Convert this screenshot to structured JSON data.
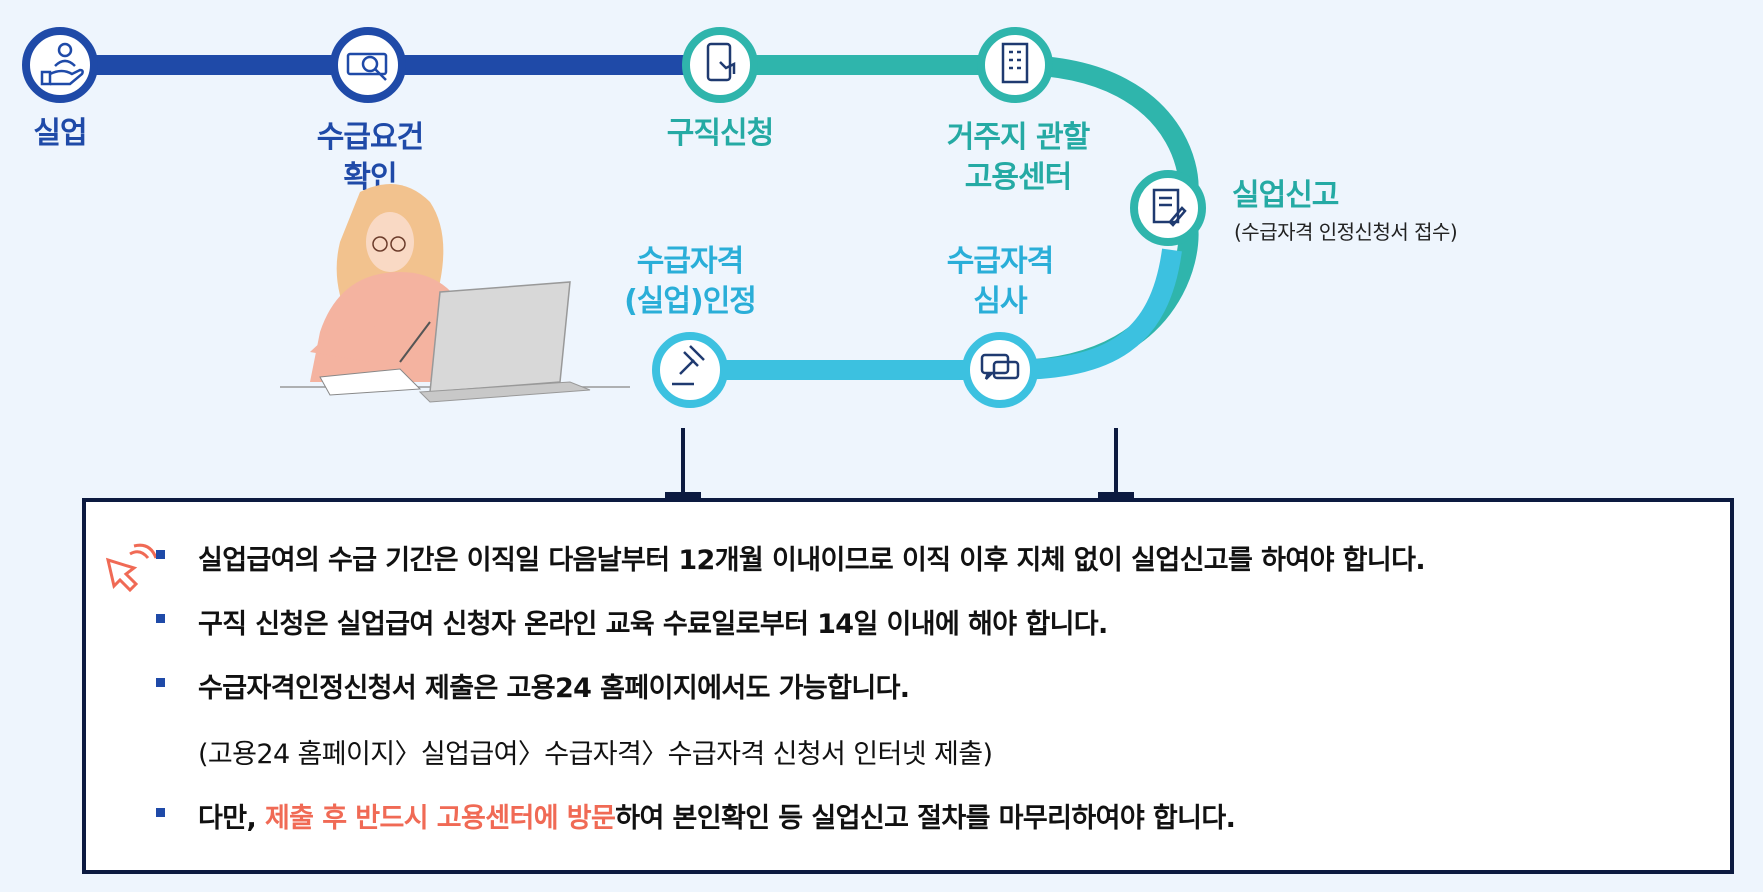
{
  "steps": [
    {
      "id": "unemployment",
      "label_lines": [
        "실업"
      ],
      "icon": "hand-person-icon"
    },
    {
      "id": "eligibility-check",
      "label_lines": [
        "수급요건",
        "확인"
      ],
      "icon": "magnifier-ticket-icon"
    },
    {
      "id": "job-application",
      "label_lines": [
        "구직신청"
      ],
      "icon": "phone-touch-icon"
    },
    {
      "id": "local-center",
      "label_lines": [
        "거주지 관할",
        "고용센터"
      ],
      "icon": "building-icon"
    },
    {
      "id": "unemployment-report",
      "label_lines": [
        "실업신고"
      ],
      "sub": "(수급자격 인정신청서 접수)",
      "icon": "document-pen-icon"
    },
    {
      "id": "eligibility-review",
      "label_lines": [
        "수급자격",
        "심사"
      ],
      "icon": "chat-bubbles-icon"
    },
    {
      "id": "eligibility-approval",
      "label_lines": [
        "수급자격",
        "(실업)인정"
      ],
      "icon": "gavel-icon"
    }
  ],
  "colors": {
    "blue": "#1f4aa8",
    "teal": "#2fb5ac",
    "cyan": "#3cc1e0",
    "highlight": "#f06a55",
    "box_border": "#0c1a40"
  },
  "notes": {
    "b1": "실업급여의 수급 기간은 이직일 다음날부터 12개월 이내이므로 이직 이후 지체 없이 실업신고를 하여야 합니다.",
    "b2": "구직 신청은 실업급여 신청자 온라인 교육 수료일로부터 14일 이내에 해야 합니다.",
    "b3": "수급자격인정신청서 제출은 고용24 홈페이지에서도 가능합니다.",
    "b3_sub": "(고용24 홈페이지〉실업급여〉수급자격〉수급자격 신청서 인터넷 제출)",
    "b4_prefix": "다만, ",
    "b4_highlight": "제출 후 반드시 고용센터에 방문",
    "b4_suffix": "하여 본인확인 등 실업신고 절차를 마무리하여야 합니다."
  }
}
